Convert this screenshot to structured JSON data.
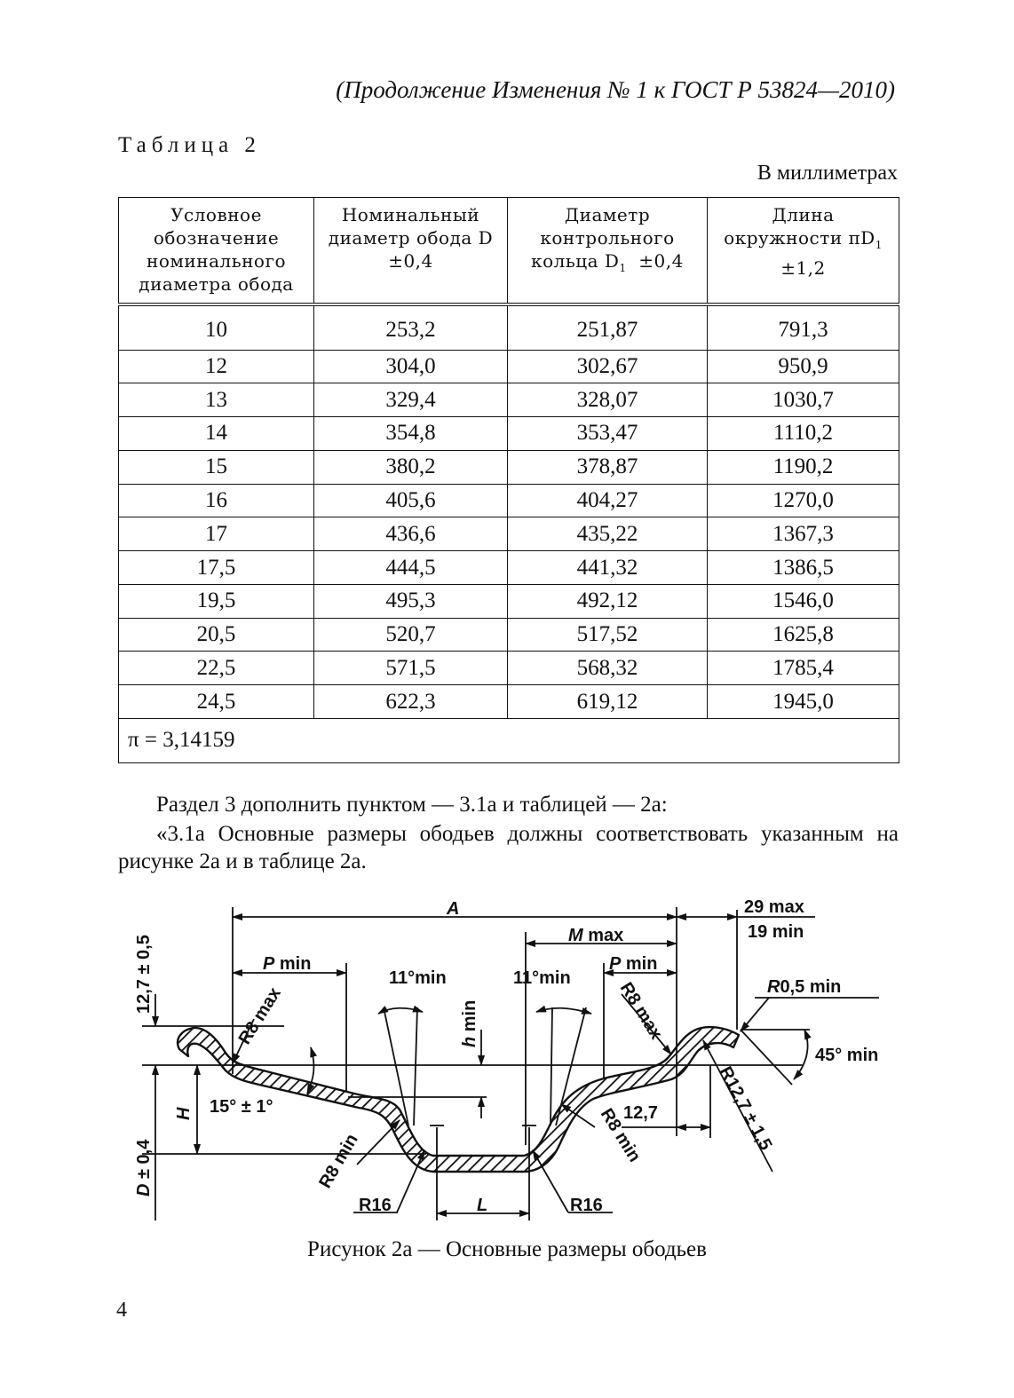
{
  "running_head": "(Продолжение Изменения № 1 к ГОСТ Р 53824—2010)",
  "table": {
    "title": "Таблица 2",
    "units": "В миллиметрах",
    "headers": [
      {
        "lines": [
          "Условное",
          "обозначение",
          "номинального",
          "диаметра обода"
        ]
      },
      {
        "lines": [
          "Номинальный",
          "диаметр обода D",
          "±0,4"
        ]
      },
      {
        "lines": [
          "Диаметр",
          "контрольного"
        ],
        "last_prefix": "кольца D",
        "last_sub": "1",
        "last_suffix": "  ±0,4"
      },
      {
        "lines": [
          "Длина"
        ],
        "mid_prefix": "окружности πD",
        "mid_sub": "1",
        "last": "±1,2"
      }
    ],
    "rows": [
      [
        "10",
        "253,2",
        "251,87",
        "791,3"
      ],
      [
        "12",
        "304,0",
        "302,67",
        "950,9"
      ],
      [
        "13",
        "329,4",
        "328,07",
        "1030,7"
      ],
      [
        "14",
        "354,8",
        "353,47",
        "1110,2"
      ],
      [
        "15",
        "380,2",
        "378,87",
        "1190,2"
      ],
      [
        "16",
        "405,6",
        "404,27",
        "1270,0"
      ],
      [
        "17",
        "436,6",
        "435,22",
        "1367,3"
      ],
      [
        "17,5",
        "444,5",
        "441,32",
        "1386,5"
      ],
      [
        "19,5",
        "495,3",
        "492,12",
        "1546,0"
      ],
      [
        "20,5",
        "520,7",
        "517,52",
        "1625,8"
      ],
      [
        "22,5",
        "571,5",
        "568,32",
        "1785,4"
      ],
      [
        "24,5",
        "622,3",
        "619,12",
        "1945,0"
      ]
    ],
    "note": "π = 3,14159"
  },
  "paragraphs": {
    "p1": "Раздел 3 дополнить пунктом — 3.1а и таблицей — 2а:",
    "p2": "«3.1а Основные размеры ободьев должны соответствовать указанным на рисунке 2а и в таблице 2а."
  },
  "figure": {
    "labels": {
      "A": "A",
      "M_italic": "M",
      "M_rest": " max",
      "P_italic": "P",
      "P_rest": " min",
      "max29": "29 max",
      "min19": "19 min",
      "r05_italic": "R",
      "r05_rest": "0,5 min",
      "angle45": "45° min",
      "r127": "R12,7 ± 1,5",
      "dim127": "12,7",
      "r8max": "R8 max",
      "r8min": "R8 min",
      "r16": "R16",
      "L": "L",
      "h_italic": "h",
      "h_rest": " min",
      "angle11": "11°min",
      "angle15": "15° ± 1°",
      "H": "H",
      "D_italic": "D",
      "D_rest": " ± 0,4",
      "height127": "12,7 ± 0,5"
    },
    "caption": "Рисунок 2а — Основные размеры ободьев"
  },
  "page_number": "4"
}
